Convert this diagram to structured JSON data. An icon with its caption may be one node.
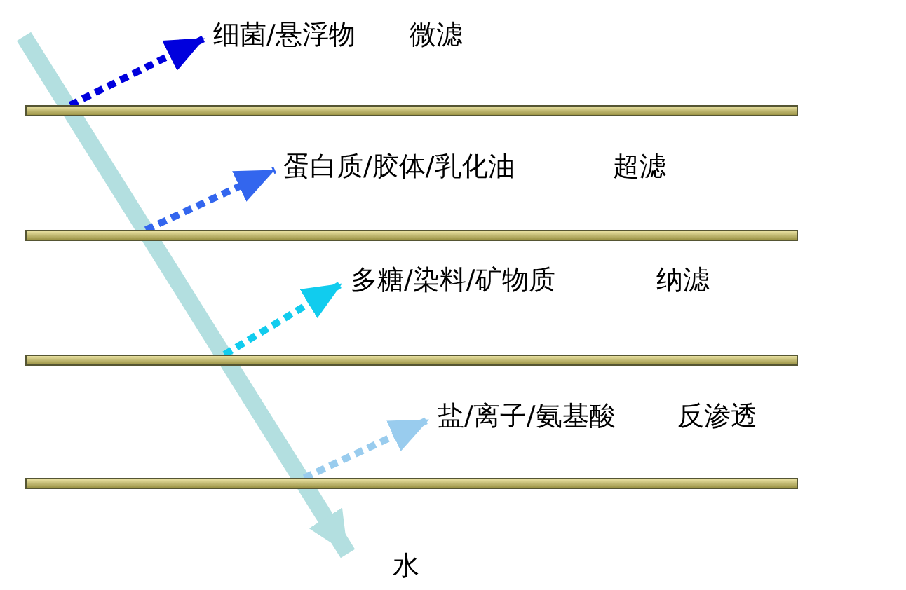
{
  "diagram": {
    "nodes": [
      {
        "text": [],
        "shape": "bar"
      },
      {
        "text": [
          "细菌/悬浮物"
        ]
      },
      {
        "text": [],
        "shape": "bar"
      },
      {
        "text": [
          "蛋白质/胶体/乳化油"
        ]
      },
      {
        "text": [],
        "shape": "bar"
      },
      {
        "text": [
          "多糖/染料/矿物质"
        ]
      },
      {
        "text": [],
        "shape": "bar"
      },
      {
        "text": [
          "盐/离子/氨基酸"
        ]
      },
      {
        "text": [
          "水"
        ]
      }
    ],
    "edges": [
      {
        "from": 0,
        "to": 1,
        "arrow": "to",
        "style": "dashed",
        "color": "#0000dd"
      },
      {
        "from": 2,
        "to": 3,
        "arrow": "to",
        "style": "dashed",
        "color": "#3366ee"
      },
      {
        "from": 4,
        "to": 5,
        "arrow": "to",
        "style": "dashed",
        "color": "#11ccee"
      },
      {
        "from": 6,
        "to": 7,
        "arrow": "to",
        "style": "dashed",
        "color": "#99ccee"
      },
      {
        "from": null,
        "to": 8,
        "arrow": "to",
        "style": "thick",
        "color": "#b3dfe0"
      }
    ],
    "labels": [
      "微滤",
      "超滤",
      "纳滤",
      "反渗透"
    ]
  }
}
